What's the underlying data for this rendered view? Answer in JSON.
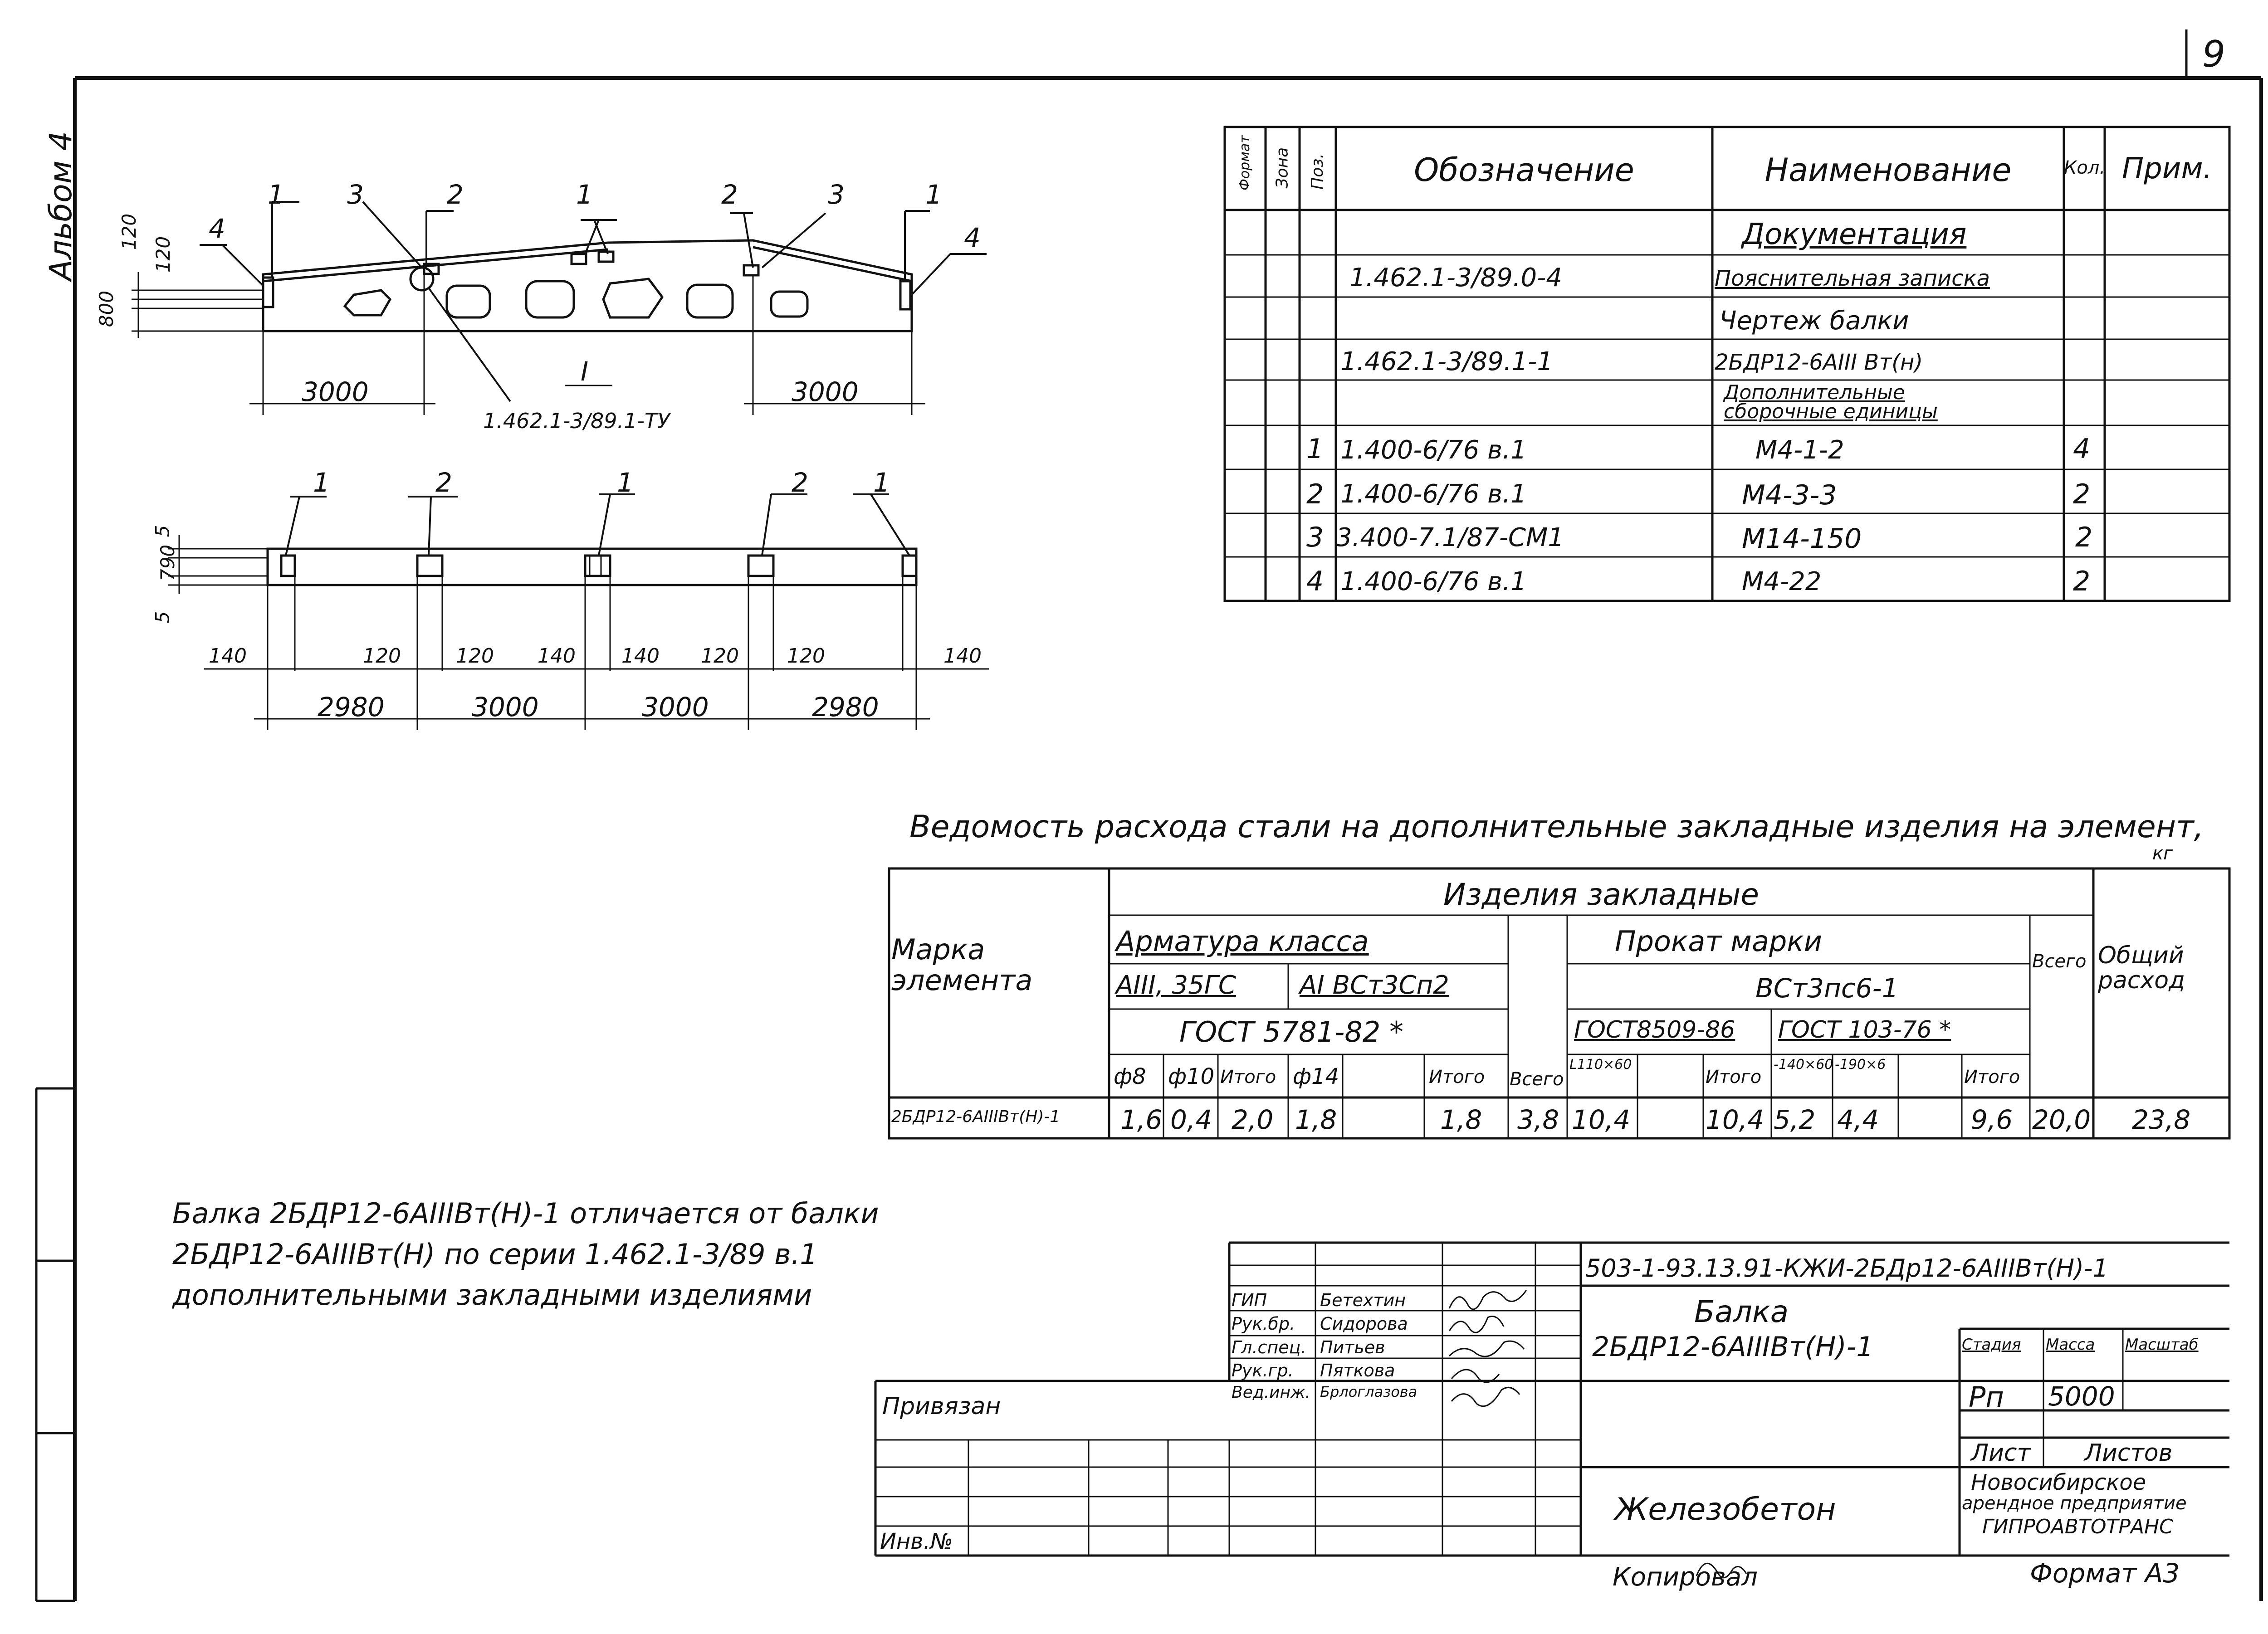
{
  "page": {
    "sheet_number": "9",
    "album": "Альбом 4"
  },
  "drawing": {
    "elevation_dims": {
      "h800": "800",
      "h120a": "120",
      "h120b": "120",
      "left": "3000",
      "right": "3000"
    },
    "elevation_callouts": [
      "1",
      "3",
      "2",
      "1",
      "2",
      "3",
      "1",
      "4",
      "4"
    ],
    "node_label": "I",
    "node_ref": "1.462.1-3/89.1-ТУ",
    "plan_callouts": [
      "1",
      "2",
      "1",
      "2",
      "1"
    ],
    "plan_side_dims": {
      "s5a": "5",
      "w790": "790",
      "s5b": "5"
    },
    "plan_small_dims": [
      "140",
      "120",
      "120",
      "140",
      "140",
      "120",
      "120",
      "140"
    ],
    "plan_big_dims": [
      "2980",
      "3000",
      "3000",
      "2980"
    ]
  },
  "spec": {
    "headers": {
      "format": "Формат",
      "zone": "Зона",
      "pos": "Поз.",
      "designation": "Обозначение",
      "name": "Наименование",
      "qty": "Кол.",
      "note": "Прим."
    },
    "rows": [
      {
        "pos": "",
        "designation": "",
        "name": "Документация",
        "qty": "",
        "underline": true
      },
      {
        "pos": "",
        "designation": "1.462.1-3/89.0-4",
        "name": "Пояснительная записка",
        "qty": ""
      },
      {
        "pos": "",
        "designation": "",
        "name": "Чертеж балки",
        "qty": ""
      },
      {
        "pos": "",
        "designation": "1.462.1-3/89.1-1",
        "name": "2БДР12-6АIII Вт(н)",
        "qty": ""
      },
      {
        "pos": "",
        "designation": "",
        "name": "Дополнительные сборочные единицы",
        "qty": "",
        "underline": true
      },
      {
        "pos": "1",
        "designation": "1.400-6/76 в.1",
        "name": "М4-1-2",
        "qty": "4"
      },
      {
        "pos": "2",
        "designation": "1.400-6/76 в.1",
        "name": "М4-3-3",
        "qty": "2"
      },
      {
        "pos": "3",
        "designation": "3.400-7.1/87-СМ1",
        "name": "М14-150",
        "qty": "2"
      },
      {
        "pos": "4",
        "designation": "1.400-6/76 в.1",
        "name": "М4-22",
        "qty": "2"
      }
    ]
  },
  "steel": {
    "title": "Ведомость расхода стали на дополнительные закладные изделия на элемент,",
    "unit": "кг",
    "h_mark": "Марка элемента",
    "h_embedded": "Изделия закладные",
    "h_rebar": "Арматура класса",
    "h_a3": "АIII, 35ГС",
    "h_a1": "АI ВСт3Сп2",
    "h_gost_rebar": "ГОСТ 5781-82 *",
    "h_rolled": "Прокат марки",
    "h_rolled_grade": "ВСт3пс6-1",
    "h_gost_8509": "ГОСТ8509-86",
    "h_gost_103": "ГОСТ 103-76 *",
    "h_total": "Всего",
    "h_grand": "Общий расход",
    "sub": [
      "ф8",
      "ф10",
      "Итого",
      "ф14",
      "",
      "Итого",
      "Всего",
      "L110×60",
      "",
      "Итого",
      "-140×60",
      "-190×6",
      "",
      "Итого",
      "Всего"
    ],
    "row": {
      "mark": "2БДР12-6АIIIВт(Н)-1",
      "values": [
        "1,6",
        "0,4",
        "2,0",
        "1,8",
        "",
        "1,8",
        "3,8",
        "10,4",
        "",
        "10,4",
        "5,2",
        "4,4",
        "",
        "9,6",
        "20,0",
        "23,8"
      ]
    }
  },
  "note": [
    "Балка 2БДР12-6АIIIВт(Н)-1 отличается от балки",
    "2БДР12-6АIIIВт(Н) по серии 1.462.1-3/89 в.1",
    "дополнительными закладными изделиями"
  ],
  "stamp": {
    "code": "503-1-93.13.91-КЖИ-2БДр12-6АIIIВт(Н)-1",
    "title1": "Балка",
    "title2": "2БДР12-6АIIIВт(Н)-1",
    "material": "Железобетон",
    "stage_label": "Стадия",
    "mass_label": "Масса",
    "scale_label": "Масштаб",
    "stage": "Рп",
    "mass": "5000",
    "sheet_label": "Лист",
    "sheets_label": "Листов",
    "org1": "Новосибирское",
    "org2": "арендное предприятие",
    "org3": "ГИПРОАВТОТРАНС",
    "people": [
      {
        "role": "ГИП",
        "name": "Бетехтин"
      },
      {
        "role": "Рук.бр.",
        "name": "Сидорова"
      },
      {
        "role": "Гл.спец.",
        "name": "Питьев"
      },
      {
        "role": "Рук.гр.",
        "name": "Пяткова"
      },
      {
        "role": "Вед.инж.",
        "name": "Брлоглазова"
      }
    ],
    "tied": "Привязан",
    "inv": "Инв.№",
    "copied": "Копировал",
    "format": "Формат А3"
  }
}
